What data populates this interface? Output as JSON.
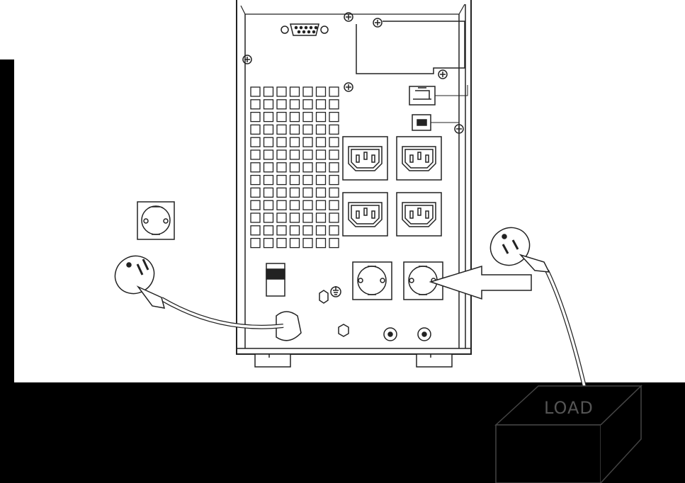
{
  "diagram": {
    "load_label": "LOAD",
    "colors": {
      "background": "#000000",
      "paper": "#ffffff",
      "line": "#222222",
      "load_box": "#000000",
      "load_text": "#555555"
    },
    "components": {
      "ups_unit": "ups-rear-panel",
      "wall_socket": "wall-socket-icon",
      "input_plug": "input-plug-icon",
      "output_plug": "output-plug-icon",
      "arrow": "connect-arrow-icon",
      "load": "load-box"
    }
  }
}
